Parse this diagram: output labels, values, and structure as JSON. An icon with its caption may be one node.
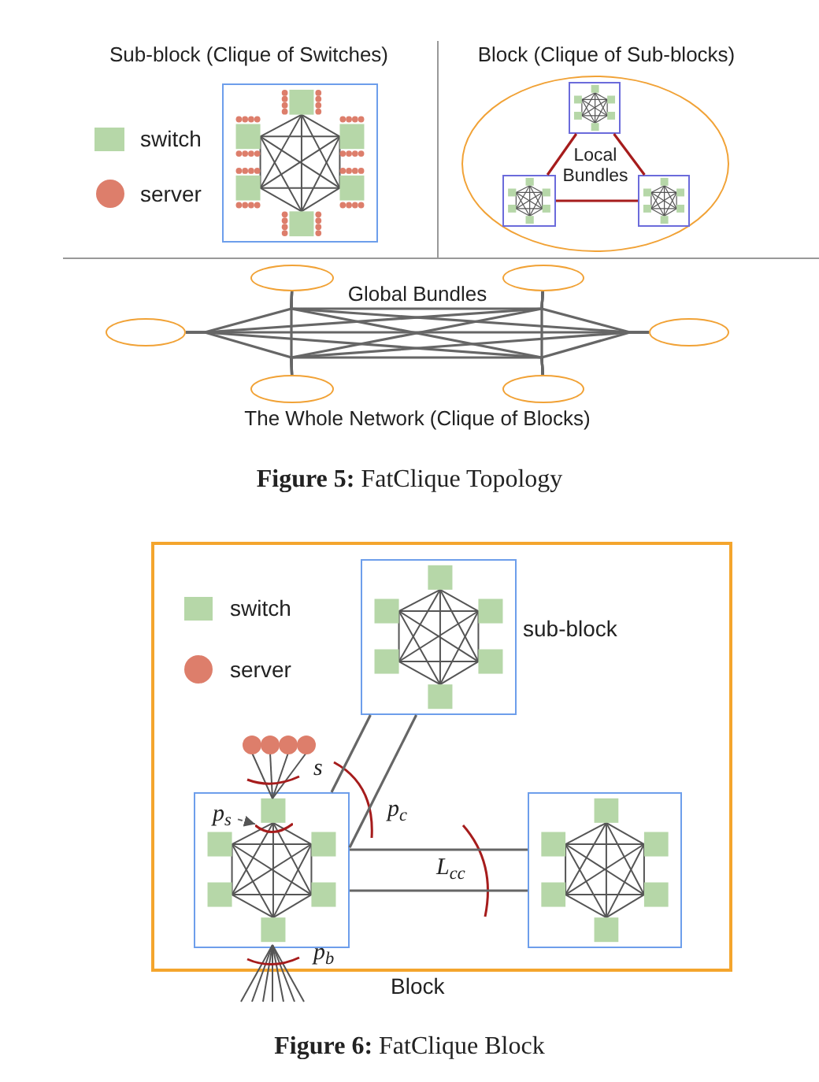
{
  "diagram": {
    "nodes": [
      {
        "text": [],
        "shape": "box",
        "beside": [
          "Sub-block (Clique of Switches)"
        ]
      },
      {
        "text": [],
        "shape": "ellipse",
        "beside": [
          "Block (Clique of Sub-blocks)"
        ]
      },
      {
        "text": [],
        "shape": "box",
        "in": 1
      },
      {
        "text": [],
        "shape": "box",
        "in": 1
      },
      {
        "text": [],
        "shape": "box",
        "in": 1
      },
      {
        "text": [],
        "shape": "ellipse"
      },
      {
        "text": [],
        "shape": "ellipse"
      },
      {
        "text": [],
        "shape": "ellipse"
      },
      {
        "text": [],
        "shape": "ellipse"
      },
      {
        "text": [],
        "shape": "ellipse"
      },
      {
        "text": [],
        "shape": "ellipse"
      },
      {
        "text": [],
        "shape": "box",
        "beside": [
          "Block"
        ]
      },
      {
        "text": [],
        "shape": "box",
        "beside": [
          "sub-block"
        ],
        "in": 11
      },
      {
        "text": [],
        "shape": "box",
        "in": 11
      },
      {
        "text": [],
        "shape": "box",
        "in": 11
      },
      {
        "text": [
          "p$_{s}$"
        ],
        "in": 13
      },
      {
        "text": [],
        "shape": "arc",
        "in": 13
      }
    ],
    "edges": [
      {
        "from": 2,
        "to": 3,
        "arrow": "none",
        "color": "#a61c1c"
      },
      {
        "from": 2,
        "to": 4,
        "arrow": "none",
        "color": "#a61c1c"
      },
      {
        "from": 3,
        "to": 4,
        "arrow": "none",
        "color": "#a61c1c"
      },
      {
        "from": 5,
        "to": 6,
        "arrow": "none"
      },
      {
        "from": 5,
        "to": 7,
        "arrow": "none"
      },
      {
        "from": 5,
        "to": 8,
        "arrow": "none"
      },
      {
        "from": 5,
        "to": 9,
        "arrow": "none"
      },
      {
        "from": 5,
        "to": 10,
        "arrow": "none"
      },
      {
        "from": 6,
        "to": 7,
        "arrow": "none"
      },
      {
        "from": 6,
        "to": 8,
        "arrow": "none"
      },
      {
        "from": 6,
        "to": 9,
        "arrow": "none"
      },
      {
        "from": 6,
        "to": 10,
        "arrow": "none"
      },
      {
        "from": 7,
        "to": 8,
        "arrow": "none"
      },
      {
        "from": 7,
        "to": 9,
        "arrow": "none"
      },
      {
        "from": 7,
        "to": 10,
        "arrow": "none"
      },
      {
        "from": 8,
        "to": 9,
        "arrow": "none"
      },
      {
        "from": 8,
        "to": 10,
        "arrow": "none"
      },
      {
        "from": 9,
        "to": 10,
        "arrow": "none"
      },
      {
        "from": 12,
        "to": 13,
        "arrow": "none"
      },
      {
        "from": 12,
        "to": 13,
        "arrow": "none"
      },
      {
        "from": 13,
        "to": 14,
        "arrow": "none"
      },
      {
        "from": 13,
        "to": 14,
        "arrow": "none"
      },
      {
        "from": 15,
        "to": 16,
        "arrow": "to",
        "style": "dashed"
      }
    ],
    "labels": [
      "Local Bundles",
      "Global Bundles",
      "The Whole Network (Clique of Blocks)",
      "**Figure 5:** FatClique Topology",
      "s",
      "p$_{c}$",
      "L$_{cc}$",
      "p$_{b}$",
      "**Figure 6:** FatClique Block"
    ],
    "legend": [
      {
        "text": "switch",
        "color": "#b6d7a8"
      },
      {
        "text": "server",
        "color": "#dd7e6b"
      },
      {
        "text": "switch",
        "color": "#b6d7a8"
      },
      {
        "text": "server",
        "color": "#dd7e6b"
      }
    ]
  }
}
